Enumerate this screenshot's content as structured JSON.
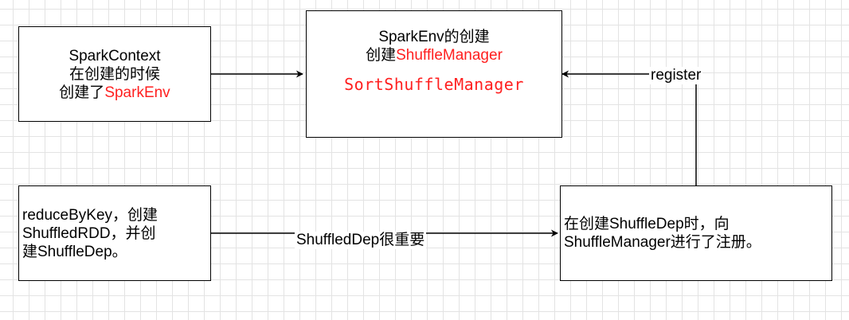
{
  "colors": {
    "highlight": "#ff1f1f",
    "stroke": "#000000",
    "grid": "#e3e3e3"
  },
  "nodes": {
    "spark_context": {
      "line1": "SparkContext",
      "line2": "在创建的时候",
      "line3_prefix": "创建了",
      "line3_highlight": "SparkEnv"
    },
    "spark_env": {
      "line1": "SparkEnv的创建",
      "line2_prefix": "创建",
      "line2_highlight": "ShuffleManager",
      "code": "SortShuffleManager"
    },
    "reduce_by_key": {
      "line1": "reduceByKey，创建",
      "line2": "ShuffledRDD，并创",
      "line3": "建ShuffleDep。"
    },
    "shuffle_dep_register": {
      "line1": "在创建ShuffleDep时，向",
      "line2": "ShuffleManager进行了注册。"
    }
  },
  "edges": {
    "context_to_env": "",
    "reduce_to_register": "ShuffledDep很重要",
    "register_to_env": "register"
  }
}
